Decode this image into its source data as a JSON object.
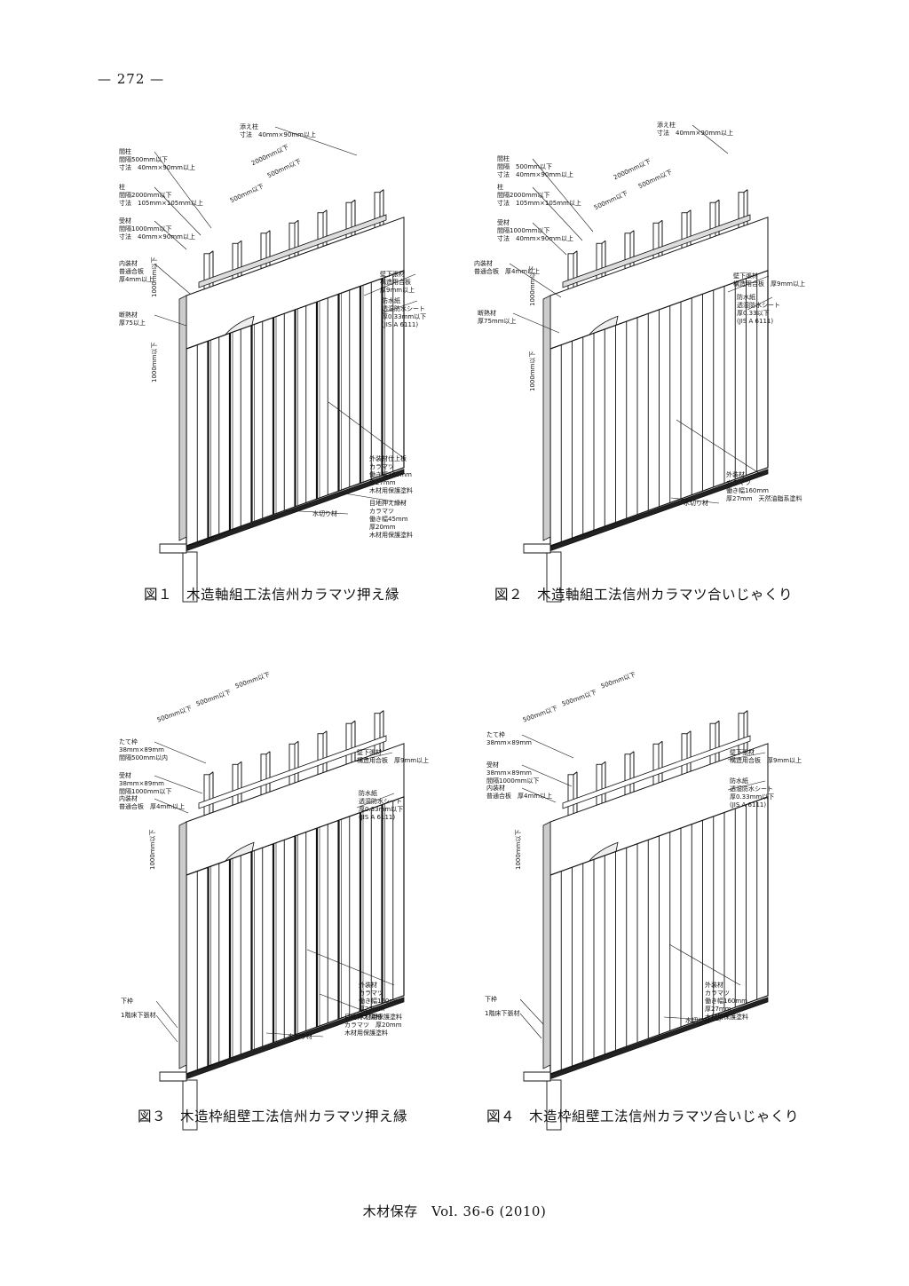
{
  "page_number": "— 272 —",
  "footer": "木材保存　Vol. 36-6 (2010)",
  "figures": [
    {
      "caption_num": "図１",
      "caption_text": "木造軸組工法信州カラマツ押え縁",
      "labels": [
        [
          "添え柱",
          "寸法　40mm×90mm以上"
        ],
        [
          "間柱",
          "間隔500mm以下",
          "寸法　40mm×90mm以上"
        ],
        [
          "柱",
          "間隔2000mm以下",
          "寸法　105mm×105mm以上"
        ],
        [
          "受材",
          "間隔1000mm以下",
          "寸法　40mm×90mm以上"
        ],
        [
          "内装材",
          "普通合板",
          "厚4mm以上"
        ],
        [
          "断熱材",
          "厚75以上"
        ],
        [
          "壁下張材",
          "構造用合板",
          "厚9mm以上"
        ],
        [
          "防水紙",
          "透湿防水シート",
          "厚0.33mm以下",
          "(JIS A 6111)"
        ],
        [
          "外装材仕上板",
          "カラマツ",
          "働き幅160mm",
          "厚27mm",
          "木材用保護塗料"
        ],
        [
          "目地押え縁材",
          "カラマツ",
          "働き幅45mm",
          "厚20mm",
          "木材用保護塗料"
        ],
        [
          "水切り材"
        ]
      ],
      "dims": [
        "2000mm以下",
        "500mm以下",
        "500mm以下",
        "1000mm以下",
        "1000mm以下"
      ]
    },
    {
      "caption_num": "図２",
      "caption_text": "木造軸組工法信州カラマツ合いじゃくり",
      "labels": [
        [
          "添え柱",
          "寸法　40mm×90mm以上"
        ],
        [
          "間柱",
          "間隔　500mm以下",
          "寸法　40mm×90mm以上"
        ],
        [
          "柱",
          "間隔2000mm以下",
          "寸法　105mm×105mm以上"
        ],
        [
          "受材",
          "間隔1000mm以下",
          "寸法　40mm×90mm以上"
        ],
        [
          "内装材",
          "普通合板　厚4mm以上"
        ],
        [
          "断熱材",
          "厚75mm以上"
        ],
        [
          "壁下張材",
          "構造用合板　厚9mm以上"
        ],
        [
          "防水紙",
          "透湿防水シート",
          "厚0.33以下",
          "(JIS A 6111)"
        ],
        [
          "外装材",
          "カラマツ",
          "働き幅160mm",
          "厚27mm　天然油脂系塗料"
        ],
        [
          "水切り材"
        ]
      ],
      "dims": [
        "2000mm以下",
        "500mm以下",
        "500mm以下",
        "1000mm以下",
        "1000mm以下"
      ]
    },
    {
      "caption_num": "図３",
      "caption_text": "木造枠組壁工法信州カラマツ押え縁",
      "labels": [
        [
          "たて枠",
          "38mm×89mm",
          "間隔500mm以内"
        ],
        [
          "受材",
          "38mm×89mm",
          "間隔1000mm以下"
        ],
        [
          "内装材",
          "普通合板　厚4mm以上"
        ],
        [
          "壁下張材",
          "構造用合板　厚9mm以上"
        ],
        [
          "防水紙",
          "透湿防水シート",
          "厚0.33mm以下",
          "(JIS A 6111)"
        ],
        [
          "外装材",
          "カラマツ",
          "働き幅160mm",
          "厚27mm",
          "木材用保護塗料"
        ],
        [
          "目地押え縁材",
          "カラマツ　厚20mm",
          "木材用保護塗料"
        ],
        [
          "下枠"
        ],
        [
          "1階床下張材"
        ],
        [
          "水切り材"
        ]
      ],
      "dims": [
        "500mm以下",
        "500mm以下",
        "500mm以下",
        "1000mm以下"
      ]
    },
    {
      "caption_num": "図４",
      "caption_text": "木造枠組壁工法信州カラマツ合いじゃくり",
      "labels": [
        [
          "たて枠",
          "38mm×89mm"
        ],
        [
          "受材",
          "38mm×89mm",
          "間隔1000mm以下"
        ],
        [
          "内装材",
          "普通合板　厚4mm以上"
        ],
        [
          "壁下張材",
          "構造用合板　厚9mm以上"
        ],
        [
          "防水紙",
          "透湿防水シート",
          "厚0.33mm以下",
          "(JIS A 6111)"
        ],
        [
          "外装材",
          "カラマツ",
          "働き幅160mm",
          "厚27mm",
          "木材用保護塗料"
        ],
        [
          "下枠"
        ],
        [
          "1階床下張材"
        ],
        [
          "水切り材"
        ]
      ],
      "dims": [
        "500mm以下",
        "500mm以下",
        "500mm以下",
        "1000mm以下"
      ]
    }
  ]
}
